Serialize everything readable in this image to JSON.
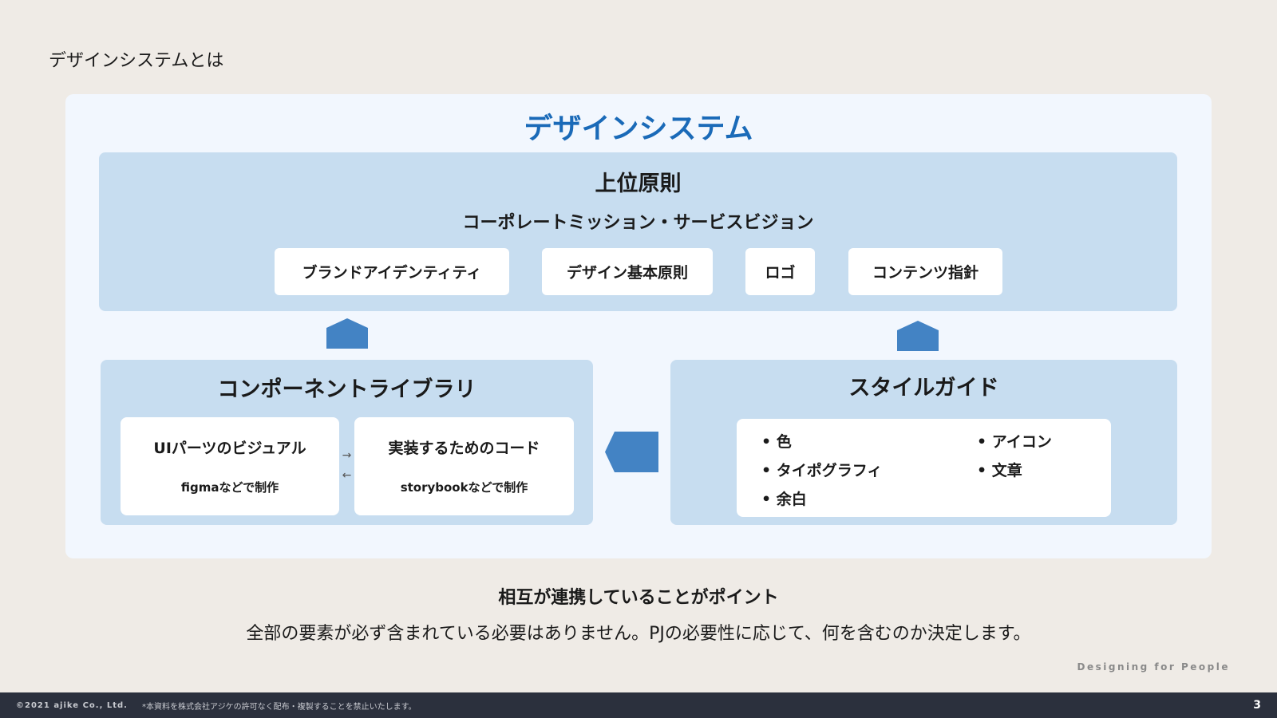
{
  "page_title": "デザインシステムとは",
  "diagram": {
    "heading": "デザインシステム",
    "principles": {
      "title": "上位原則",
      "subtitle": "コーポレートミッション・サービスビジョン",
      "chips": [
        "ブランドアイデンティティ",
        "デザイン基本原則",
        "ロゴ",
        "コンテンツ指針"
      ]
    },
    "component_library": {
      "title": "コンポーネントライブラリ",
      "cards": [
        {
          "title": "UIパーツのビジュアル",
          "note": "figmaなどで制作"
        },
        {
          "title": "実装するためのコード",
          "note": "storybookなどで制作"
        }
      ],
      "arrow_right": "→",
      "arrow_left": "←"
    },
    "style_guide": {
      "title": "スタイルガイド",
      "items_col1": [
        "色",
        "タイポグラフィ",
        "余白"
      ],
      "items_col2": [
        "アイコン",
        "文章"
      ]
    }
  },
  "summary": {
    "point": "相互が連携していることがポイント",
    "detail": "全部の要素が必ず含まれている必要はありません。PJの必要性に応じて、何を含むのか決定します。"
  },
  "tagline": "Designing for People",
  "footer": {
    "copyright": "©2021 ajike Co., Ltd.",
    "notice": "*本資料を株式会社アジケの許可なく配布・複製することを禁止いたします。",
    "page_number": "3"
  },
  "colors": {
    "accent": "#4383c4",
    "heading": "#1a6ab8",
    "box": "#c7ddf0",
    "panel": "#f2f7fe"
  }
}
